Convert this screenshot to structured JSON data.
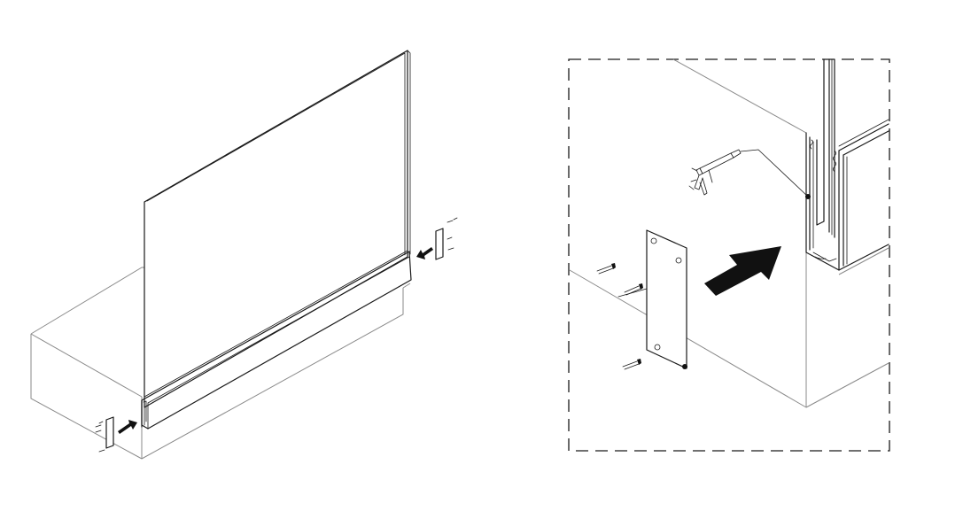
{
  "figure": {
    "panels": [
      {
        "id": "left",
        "subject": "glass-panel-with-base-profile-on-block"
      },
      {
        "id": "right",
        "subject": "end-cap-installation-detail"
      }
    ],
    "colors": {
      "line": "#1a1a1a",
      "fill": "#111111",
      "background": "#ffffff"
    }
  }
}
